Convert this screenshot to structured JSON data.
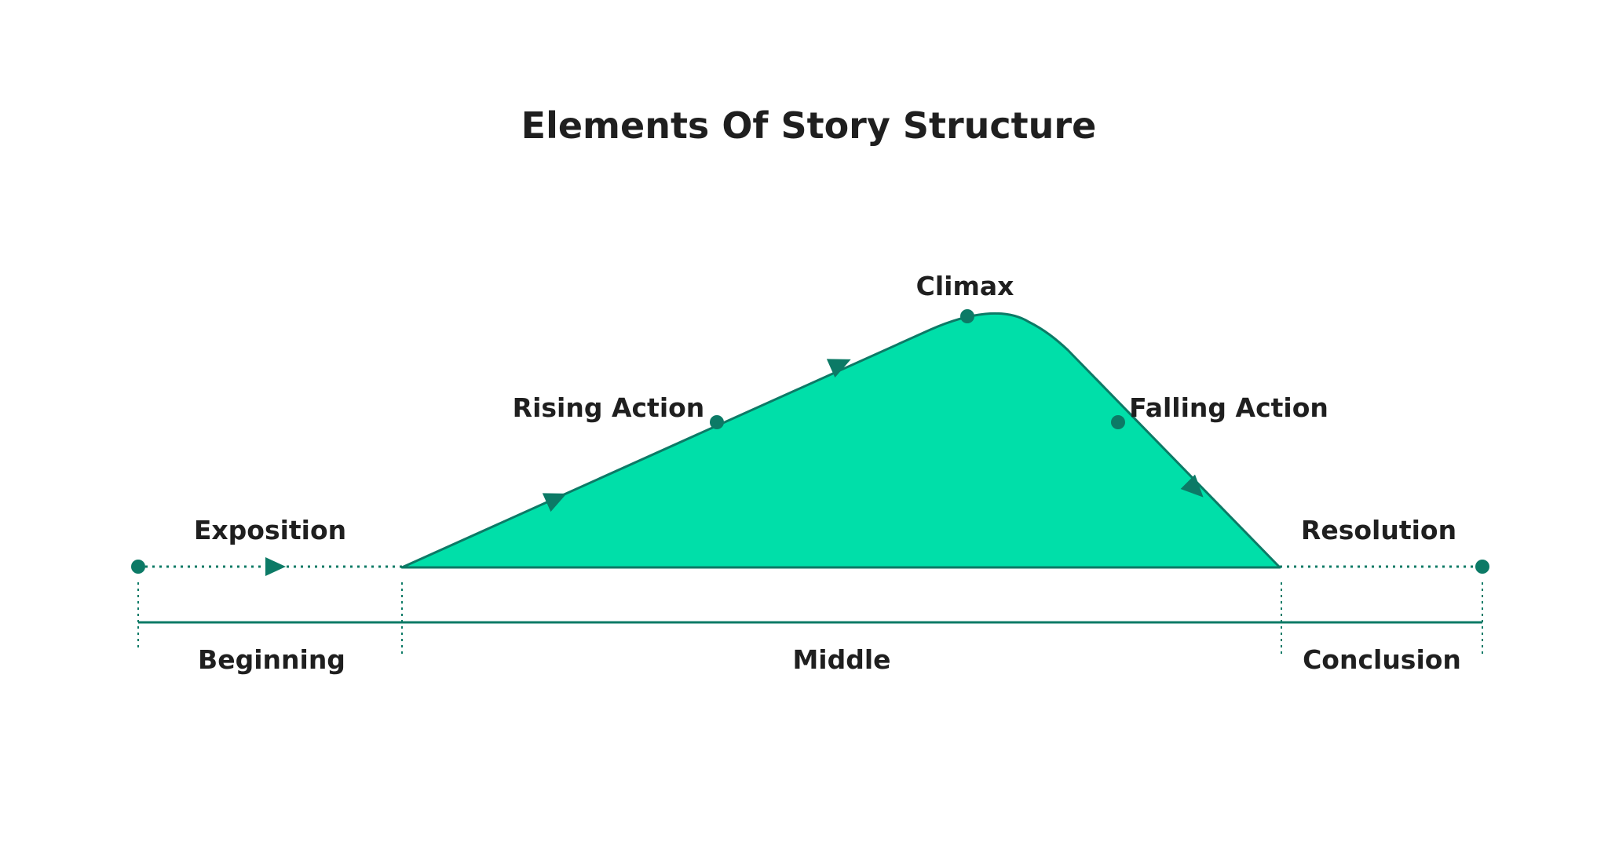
{
  "title": "Elements Of Story Structure",
  "colors": {
    "fill": "#00DFA9",
    "stroke": "#0C7A66",
    "text": "#1F1F1F"
  },
  "plot_points": {
    "exposition": "Exposition",
    "rising_action": "Rising Action",
    "climax": "Climax",
    "falling_action": "Falling Action",
    "resolution": "Resolution"
  },
  "sections": {
    "beginning": "Beginning",
    "middle": "Middle",
    "conclusion": "Conclusion"
  }
}
